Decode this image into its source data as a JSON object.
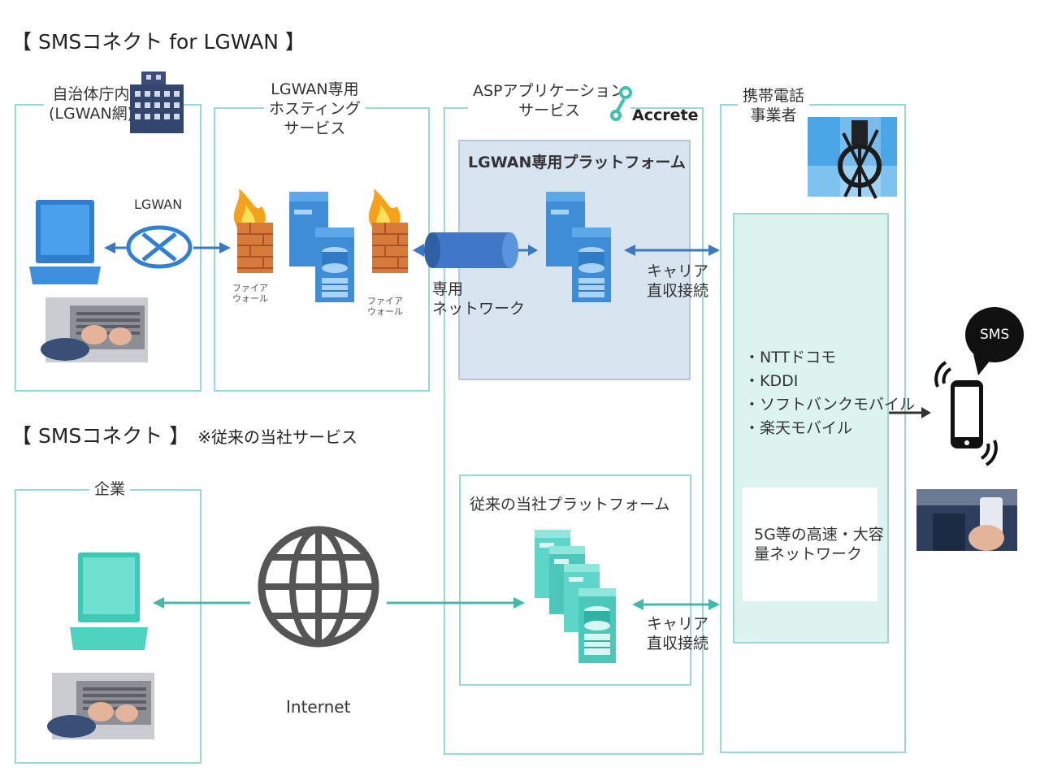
{
  "titles": {
    "lgwan_section": "【 SMSコネクト for LGWAN 】",
    "conventional_section": "【 SMSコネクト 】",
    "conventional_note": "※従来の当社サービス"
  },
  "lgwan": {
    "municipality_label": "自治体庁内\n(LGWAN網)",
    "lgwan_link_label": "LGWAN",
    "hosting_label": "LGWAN専用\nホスティング\nサービス",
    "firewall_label": "ファイア\nウォール",
    "dedicated_network_label": "専用\nネットワーク"
  },
  "asp": {
    "label": "ASPアプリケーション\nサービス",
    "logo_text": "Accrete",
    "lgwan_platform_label": "LGWAN専用プラットフォーム",
    "conventional_platform_label": "従来の当社プラットフォーム",
    "carrier_connection_label": "キャリア\n直収接続"
  },
  "carrier": {
    "label": "携帯電話\n事業者",
    "items": [
      "NTTドコモ",
      "KDDI",
      "ソフトバンクモバイル",
      "楽天モバイル"
    ],
    "network_label": "5G等の高速・大容\n量ネットワーク"
  },
  "phone": {
    "bubble_text": "SMS"
  },
  "conventional": {
    "enterprise_label": "企業",
    "internet_label": "Internet"
  },
  "colors": {
    "frame": "#9ad9d3",
    "arrow_teal": "#43b8ab",
    "arrow_blue": "#3a78c2",
    "lgwan_platform_fill": "#d7e3ee",
    "carrier_inner_fill": "#ddf3f0",
    "server_blue": "#3f8dd6",
    "server_teal": "#5ed5c9"
  },
  "icons": [
    "building-icon",
    "laptop-icon",
    "router-icon",
    "firewall-icon",
    "server-icon",
    "pipe-icon",
    "globe-icon",
    "smartphone-icon",
    "speech-bubble-icon",
    "accrete-logo-icon",
    "cell-tower-photo",
    "typing-photo",
    "smartphone-user-photo"
  ]
}
